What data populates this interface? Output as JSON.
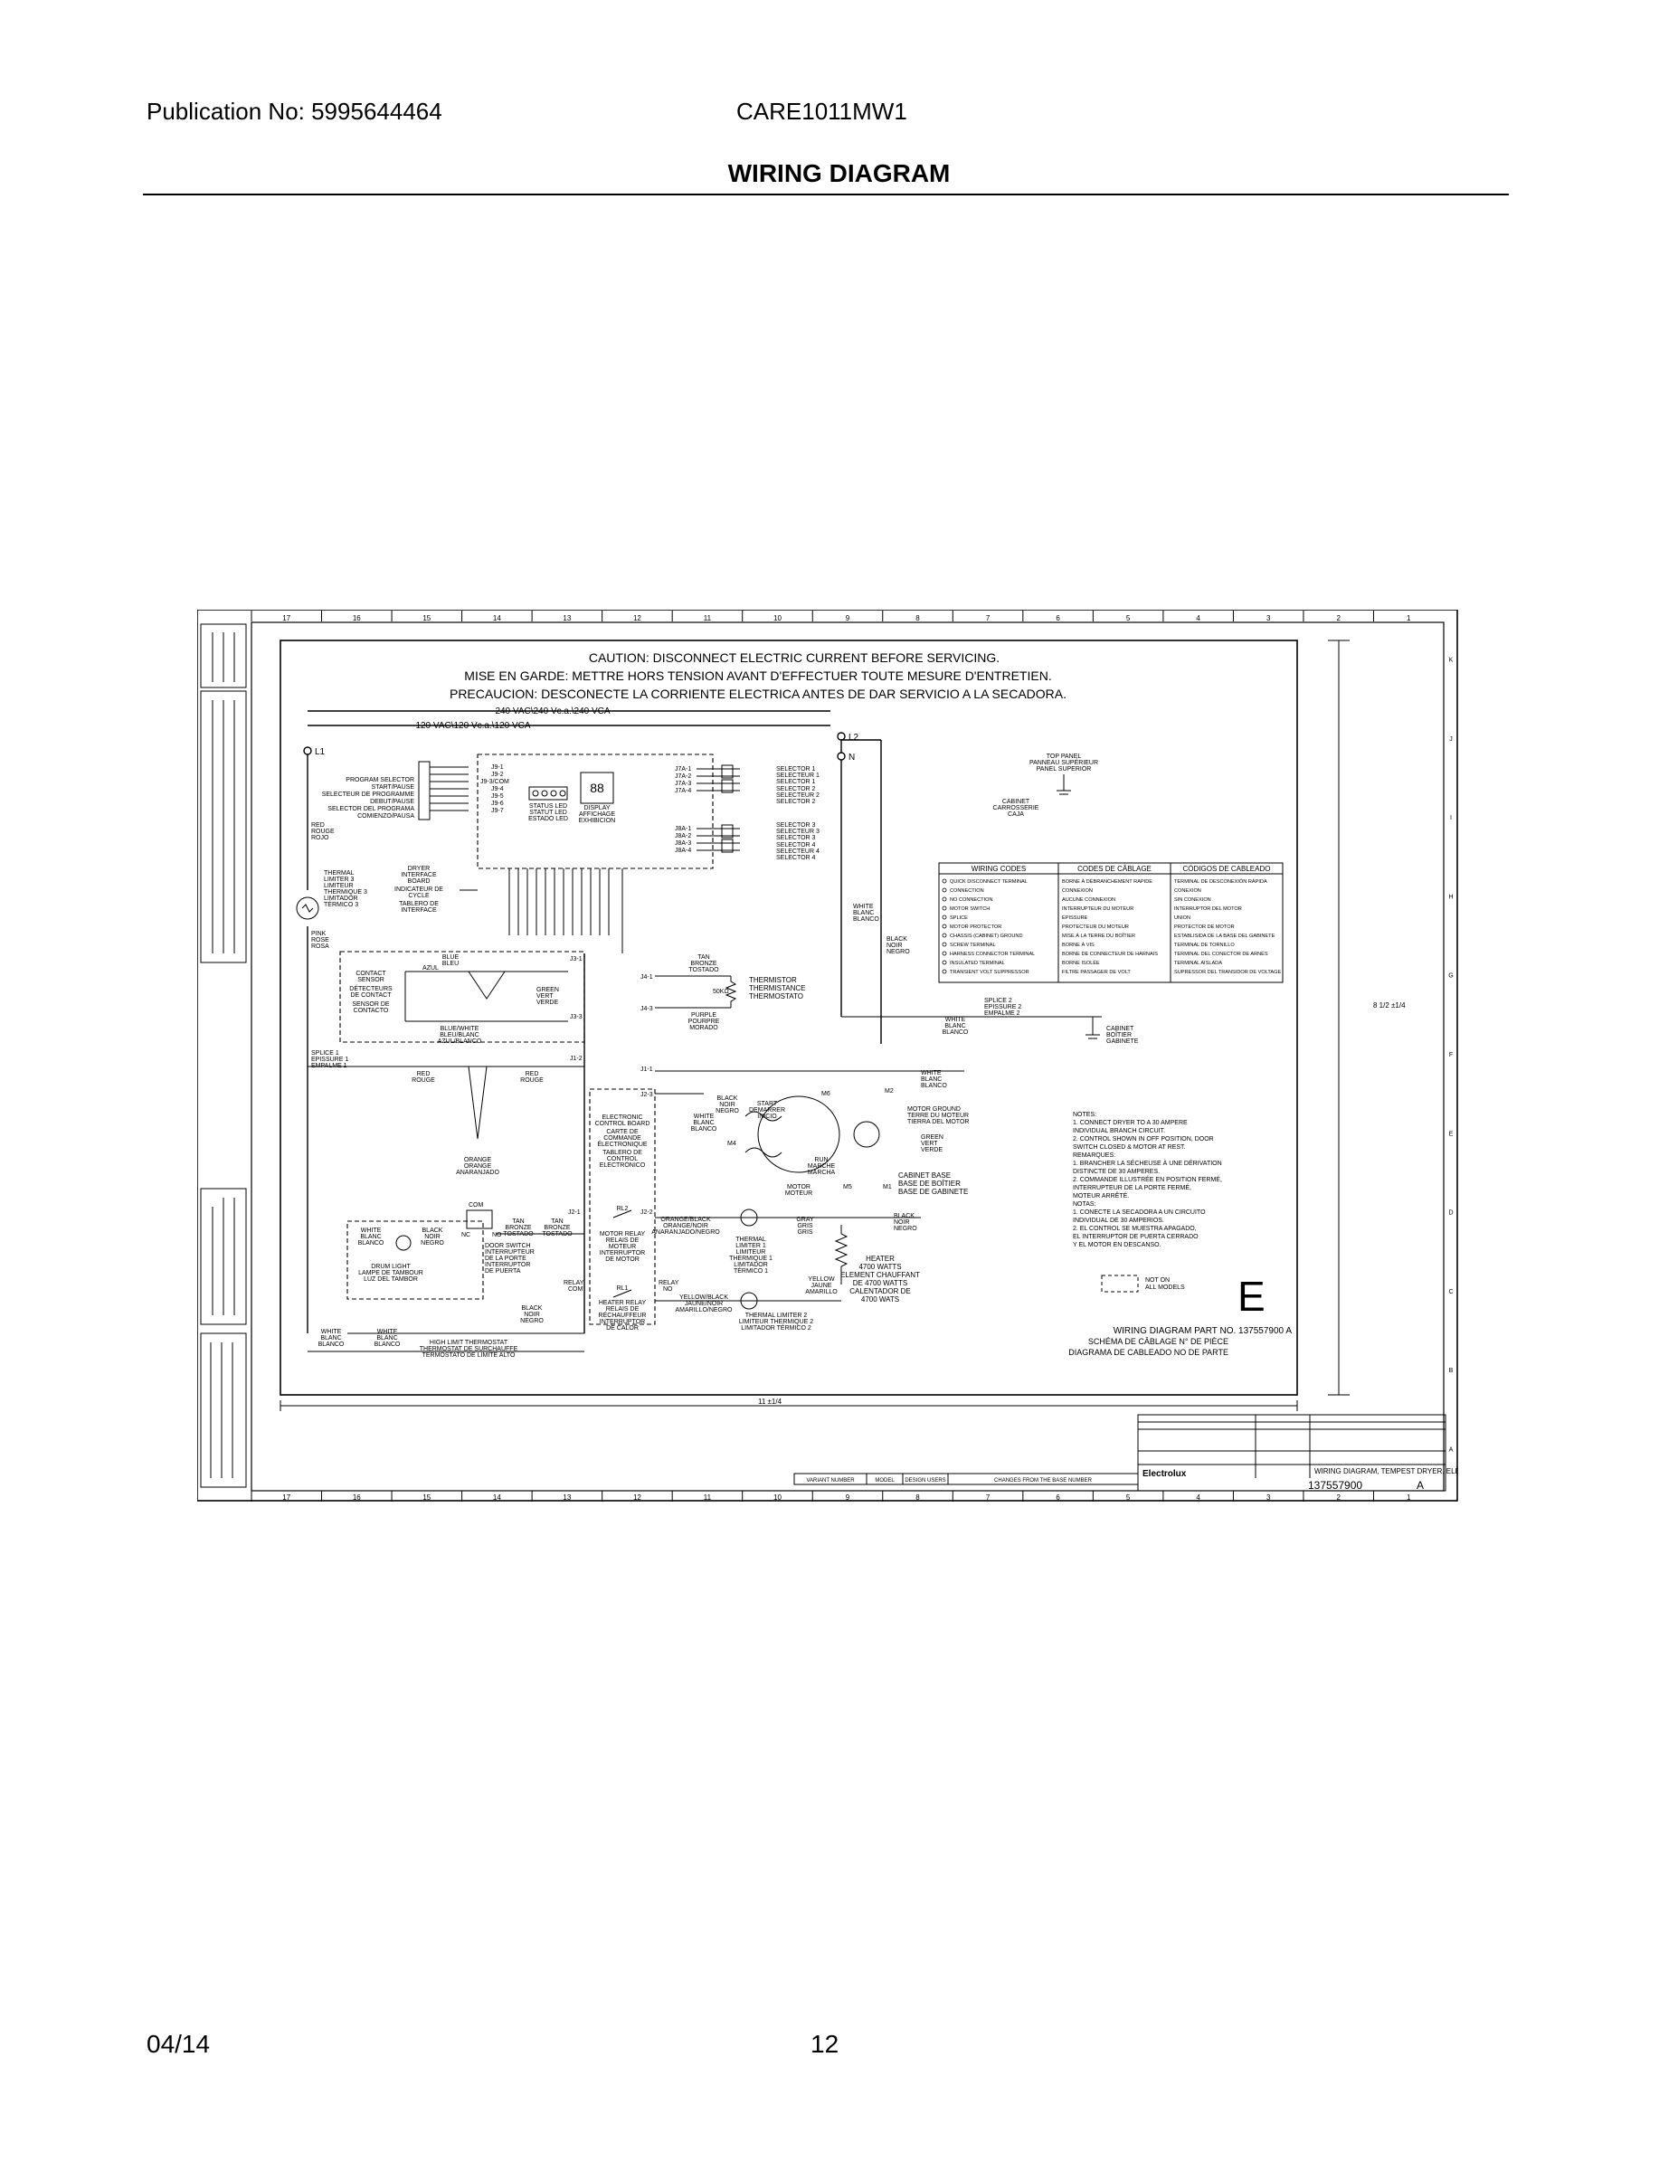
{
  "header": {
    "publication": "Publication No: 5995644464",
    "model": "CARE1011MW1",
    "title": "WIRING DIAGRAM"
  },
  "footer": {
    "date": "04/14",
    "page": "12"
  },
  "diagram": {
    "zones_top": [
      "17",
      "16",
      "15",
      "14",
      "13",
      "12",
      "11",
      "10",
      "9",
      "8",
      "7",
      "6",
      "5",
      "4",
      "3",
      "2",
      "1"
    ],
    "zones_side": [
      "K",
      "J",
      "I",
      "H",
      "G",
      "F",
      "E",
      "D",
      "C",
      "B",
      "A"
    ],
    "caution": [
      "CAUTION:  DISCONNECT ELECTRIC CURRENT BEFORE SERVICING.",
      "MISE EN GARDE:  METTRE HORS TENSION AVANT D'EFFECTUER TOUTE MESURE D'ENTRETIEN.",
      "PRECAUCION:  DESCONECTE LA CORRIENTE ELECTRICA ANTES DE DAR SERVICIO A LA SECADORA."
    ],
    "voltage_240": "240 VAC\\240 Vc.a.\\240 VCA",
    "voltage_120": "120 VAC\\120 Vc.a.\\120 VCA",
    "labels": {
      "l1": "L1",
      "l2": "L2",
      "n": "N",
      "program_selector": [
        "PROGRAM SELECTOR",
        "START/PAUSE",
        "SELECTEUR DE PROGRAMME",
        "DEBUT/PAUSE",
        "SELECTOR DEL PROGRAMA",
        "COMIENZO/PAUSA"
      ],
      "j9": [
        "J9-1",
        "J9-2",
        "J9-3/COM",
        "J9-4",
        "J9-5",
        "J9-6",
        "J9-7"
      ],
      "status_led": [
        "STATUS LED",
        "STATUT LED",
        "ESTADO LED"
      ],
      "display": [
        "DISPLAY",
        "AFFICHAGE",
        "EXHIBICION"
      ],
      "j7a": [
        "J7A-1",
        "J7A-2",
        "J7A-3",
        "J7A-4"
      ],
      "j8a": [
        "J8A-1",
        "J8A-2",
        "J8A-3",
        "J8A-4"
      ],
      "selectors": [
        "SELECTOR 1",
        "SELECTEUR 1",
        "SELECTOR 1",
        "SELECTOR 2",
        "SELECTEUR 2",
        "SELECTOR 2",
        "SELECTOR 3",
        "SELECTEUR 3",
        "SELECTOR 3",
        "SELECTOR 4",
        "SELECTEUR 4",
        "SELECTOR 4"
      ],
      "top_panel": [
        "TOP PANEL",
        "PANNEAU SUPÉRIEUR",
        "PANEL SUPERIOR"
      ],
      "cabinet": [
        "CABINET",
        "CARROSSERIE",
        "CAJA"
      ],
      "thermal_limiter_3": [
        "THERMAL",
        "LIMITER 3",
        "LIMITEUR",
        "THERMIQUE 3",
        "LIMITADOR",
        "TÉRMICO 3"
      ],
      "red": [
        "RED",
        "ROUGE",
        "ROJO"
      ],
      "pink": [
        "PINK",
        "ROSE",
        "ROSA"
      ],
      "dryer_interface": [
        "DRYER",
        "INTERFACE",
        "BOARD",
        "INDICATEUR DE",
        "CYCLE",
        "TABLERO DE",
        "INTERFACE"
      ],
      "white_blanc": [
        "WHITE",
        "BLANC",
        "BLANCO"
      ],
      "black_noir": [
        "BLACK",
        "NOIR",
        "NEGRO"
      ],
      "contact_sensor": [
        "CONTACT",
        "SENSOR",
        "DÉTECTEURS",
        "DE CONTACT",
        "SENSOR DE",
        "CONTACTO"
      ],
      "blue": [
        "BLUE",
        "BLEU",
        "AZUL"
      ],
      "green": [
        "GREEN",
        "VERT",
        "VERDE"
      ],
      "blue_white": [
        "BLUE/WHITE",
        "BLEU/BLANC",
        "AZUL/BLANCO"
      ],
      "tan": [
        "TAN",
        "BRONZE",
        "TOSTADO"
      ],
      "thermistor": [
        "THERMISTOR",
        "THERMISTANCE",
        "THERMOSTATO"
      ],
      "thermistor_value": "50KΩ",
      "purple": [
        "PURPLE",
        "POURPRE",
        "MORADO"
      ],
      "j4": [
        "J4-1",
        "J4-3"
      ],
      "j3": [
        "J3-1",
        "J3-3"
      ],
      "j1": [
        "J1-1",
        "J1-2"
      ],
      "j2": [
        "J2-1",
        "J2-2",
        "J2-3"
      ],
      "splice_1": [
        "SPLICE 1",
        "EPISSURE 1",
        "EMPALME 1"
      ],
      "splice_2": [
        "SPLICE 2",
        "EPISSURE 2",
        "EMPALME 2"
      ],
      "cabinet_ground": [
        "CABINET",
        "BOÎTIER",
        "GABINETE"
      ],
      "orange": [
        "ORANGE",
        "ORANGE",
        "ANARANJADO"
      ],
      "electronic_control": [
        "ELECTRONIC",
        "CONTROL BOARD",
        "CARTE DE",
        "COMMANDE",
        "ÉLECTRONIQUE",
        "TABLERO DE",
        "CONTROL",
        "ELECTRÓNICO"
      ],
      "start_run": [
        "START",
        "DEMARRER",
        "INICIO",
        "RUN",
        "MARCHE",
        "MARCHA"
      ],
      "motor": [
        "MOTOR",
        "MOTEUR",
        "MOTOR"
      ],
      "motor_ground": [
        "MOTOR GROUND",
        "TERRE DU MOTEUR",
        "TIERRA DEL MOTOR"
      ],
      "cabinet_base": [
        "CABINET BASE",
        "BASE DE BOÎTIER",
        "BASE DE GABINETE"
      ],
      "m_terminals": [
        "M1",
        "M2",
        "M4",
        "M5",
        "M6"
      ],
      "com": "COM",
      "nc": "NC",
      "no": "NO",
      "door_switch": [
        "DOOR SWITCH",
        "INTERRUPTEUR",
        "DE LA PORTE",
        "INTERRUPTOR",
        "DE PUERTA"
      ],
      "drum_light": [
        "DRUM LIGHT",
        "LAMPE DE TAMBOUR",
        "LUZ DEL TAMBOR"
      ],
      "motor_relay": [
        "MOTOR RELAY",
        "RELAIS DE",
        "MOTEUR",
        "INTERRUPTOR",
        "DE MOTOR"
      ],
      "heater_relay": [
        "HEATER RELAY",
        "RELAIS DE",
        "RÉCHAUFFEUR",
        "INTERRUPTOR",
        "DE CALOR"
      ],
      "rl": [
        "RL1",
        "RL2"
      ],
      "relay_com": [
        "RELAY",
        "COM"
      ],
      "relay_no": [
        "RELAY",
        "NO"
      ],
      "orange_black": [
        "ORANGE/BLACK",
        "ORANGE/NOIR",
        "ANARANJADO/NEGRO"
      ],
      "thermal_limiter_1": [
        "THERMAL",
        "LIMITER 1",
        "LIMITEUR",
        "THERMIQUE 1",
        "LIMITADOR",
        "TÉRMICO 1"
      ],
      "gray": [
        "GRAY",
        "GRIS",
        "GRIS"
      ],
      "yellow": [
        "YELLOW",
        "JAUNE",
        "AMARILLO"
      ],
      "yellow_black": [
        "YELLOW/BLACK",
        "JAUNE/NOIR",
        "AMARILLO/NEGRO"
      ],
      "thermal_limiter_2": [
        "THERMAL LIMITER 2",
        "LIMITEUR THERMIQUE 2",
        "LIMITADOR TÉRMICO 2"
      ],
      "high_limit": [
        "HIGH LIMIT THERMOSTAT",
        "THERMOSTAT DE SURCHAUFFE",
        "TERMOSTATO DE LIMITE ALTO"
      ],
      "heater": [
        "HEATER",
        "4700 WATTS",
        "ELEMENT CHAUFFANT",
        "DE 4700 WATTS",
        "CALENTADOR DE",
        "4700 WATS"
      ],
      "not_all_models": [
        "NOT ON",
        "ALL MODELS"
      ],
      "big_e": "E",
      "part_no": "WIRING DIAGRAM PART NO. 137557900  A",
      "part_no_fr": "SCHÉMA DE CÂBLAGE N° DE PIÈCE",
      "part_no_es": "DIAGRAMA DE CABLEADO NO DE PARTE",
      "dim_h": "8 1/2 ±1/4",
      "dim_w": "11 ±1/4"
    },
    "wiring_codes": {
      "headers": [
        "WIRING CODES",
        "CODES DE CÂBLAGE",
        "CÓDIGOS DE CABLEADO"
      ],
      "rows": [
        [
          "QUICK DISCONNECT TERMINAL",
          "BORNE À DÉBRANCHEMENT RAPIDE",
          "TERMINAL DE DESCONEXIÓN RÁPIDA"
        ],
        [
          "CONNECTION",
          "CONNEXION",
          "CONEXION"
        ],
        [
          "NO CONNECTION",
          "AUCUNE CONNEXION",
          "SIN CONEXION"
        ],
        [
          "MOTOR SWITCH",
          "INTERRUPTEUR DU MOTEUR",
          "INTERRUPTOR DEL MOTOR"
        ],
        [
          "SPLICE",
          "ÉPISSURE",
          "UNION"
        ],
        [
          "MOTOR PROTECTOR",
          "PROTECTEUR DU MOTEUR",
          "PROTECTOR DE MOTOR"
        ],
        [
          "CHASSIS (CABINET) GROUND",
          "MISE À LA TERRE DU BOÎTIER",
          "ESTABLISIDA DE LA BASE DEL GABINETE"
        ],
        [
          "SCREW TERMINAL",
          "BORNE À VIS",
          "TERMINAL DE TORNILLO"
        ],
        [
          "HARNESS CONNECTOR TERMINAL",
          "BORNE DE CONNECTEUR DE HARNAIS",
          "TERMINAL DEL CONECTOR DE ARNÉS"
        ],
        [
          "INSULATED TERMINAL",
          "BORNE ISOLÉE",
          "TERMINAL AISLADA"
        ],
        [
          "TRANSIENT VOLT SUPPRESSOR",
          "FILTRE PASSAGER DE VOLT",
          "SUPRESSOR DEL TRANSIDOR DE VOLTAGE"
        ]
      ]
    },
    "notes": [
      "NOTES:",
      "1. CONNECT DRYER TO A 30 AMPERE",
      "   INDIVIDUAL BRANCH CIRCUIT.",
      "2. CONTROL SHOWN IN OFF POSITION, DOOR",
      "   SWITCH CLOSED & MOTOR AT REST.",
      "REMARQUES:",
      "1. BRANCHER LA SÉCHEUSE À UNE DÉRIVATION",
      "   DISTINCTE DE 30 AMPERES.",
      "2. COMMANDE ILLUSTRÉE EN POSITION FERMÉ,",
      "   INTERRUPTEUR DE LA PORTE FERMÉ,",
      "   MOTEUR ARRÊTÉ.",
      "NOTAS:",
      "1. CONECTE LA SECADORA A UN CIRCUITO",
      "   INDIVIDUAL DE 30 AMPERIOS.",
      "2. EL CONTROL SE MUESTRA APAGADO,",
      "   EL INTERRUPTOR DE PUERTA CERRADO",
      "   Y EL MOTOR EN DESCANSO."
    ],
    "title_block": {
      "brand": "Electrolux",
      "title": "WIRING DIAGRAM, TEMPEST DRYER, ELEC",
      "number": "137557900",
      "rev": "A",
      "variant_row": [
        "VARIANT NUMBER",
        "MODEL",
        "DESIGN USERS",
        "CHANGES FROM THE BASE NUMBER"
      ]
    }
  }
}
